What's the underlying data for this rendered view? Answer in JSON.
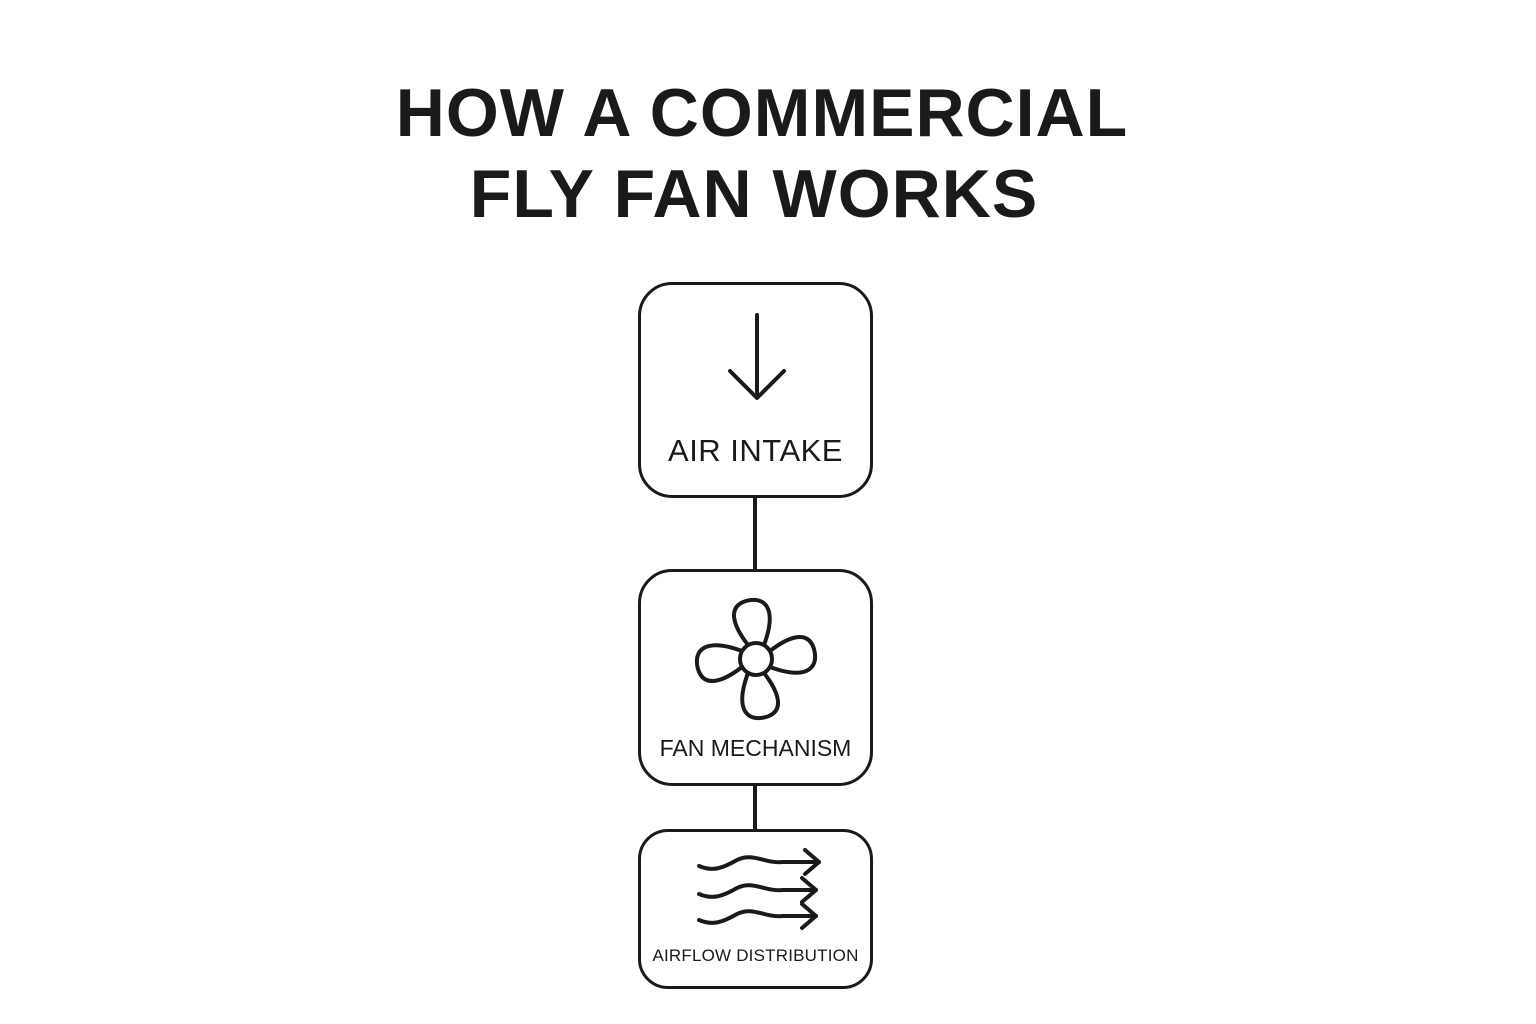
{
  "title": {
    "line1": "HOW A COMMERCIAL",
    "line2": "FLY FAN WORKS"
  },
  "steps": [
    {
      "label": "AIR INTAKE",
      "icon": "arrow-down-icon"
    },
    {
      "label": "FAN MECHANISM",
      "icon": "fan-icon"
    },
    {
      "label": "AIRFLOW DISTRIBUTION",
      "icon": "airflow-waves-icon"
    }
  ],
  "colors": {
    "stroke": "#1a1a1a",
    "background": "#ffffff"
  }
}
